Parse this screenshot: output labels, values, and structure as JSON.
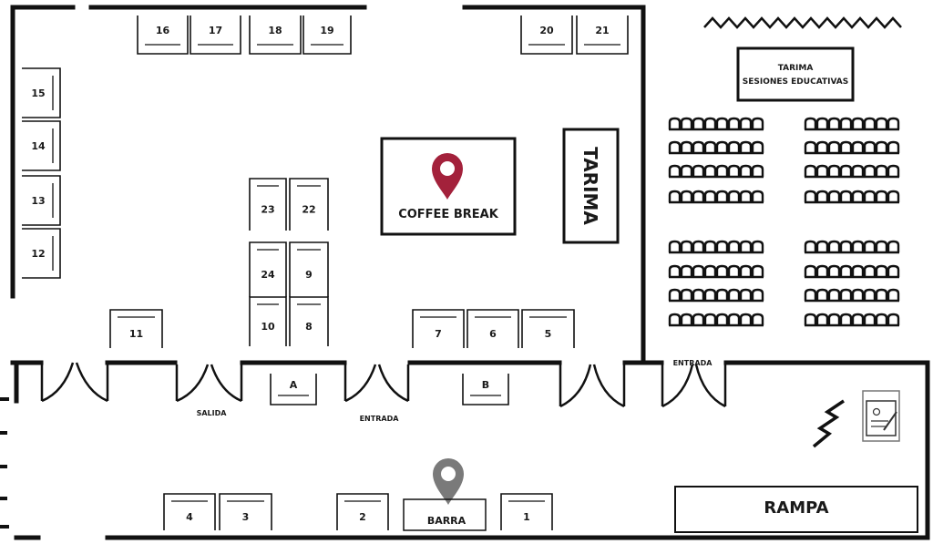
{
  "colors": {
    "wall": "#111111",
    "coffee_marker": "#a3213b",
    "bar_marker": "#7a7a7a",
    "ink": "#1a1a1a"
  },
  "booths_top": [
    "16",
    "17",
    "18",
    "19",
    "20",
    "21"
  ],
  "booths_left": [
    "15",
    "14",
    "13",
    "12"
  ],
  "booths_center": [
    "23",
    "22",
    "24",
    "9",
    "10",
    "8"
  ],
  "booths_lower": [
    "11",
    "7",
    "6",
    "5"
  ],
  "booths_corridor": [
    "A",
    "B"
  ],
  "booths_bottom": [
    "4",
    "3",
    "2",
    "1"
  ],
  "coffee_break": {
    "label": "COFFEE BREAK",
    "icon": "map-pin-icon"
  },
  "stage_main": {
    "label": "TARIMA"
  },
  "stage_edu": {
    "line1": "TARIMA",
    "line2": "SESIONES EDUCATIVAS"
  },
  "doors": {
    "salida": "SALIDA",
    "entrada_1": "ENTRADA",
    "entrada_2": "ENTRADA"
  },
  "bar": {
    "label": "BARRA",
    "icon": "map-pin-icon"
  },
  "ramp": {
    "label": "RAMPA"
  },
  "icons": {
    "stairs": "stairs-icon",
    "document": "document-sign-icon",
    "seating": "chair-row-icon"
  }
}
